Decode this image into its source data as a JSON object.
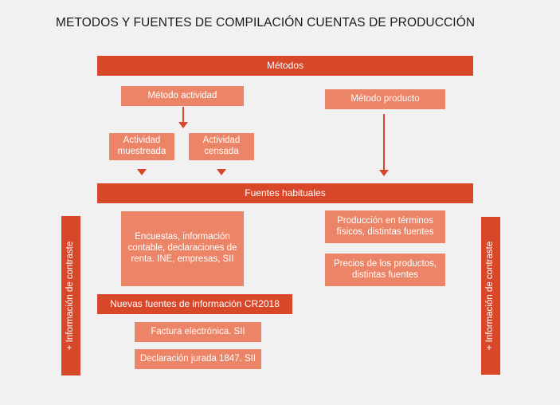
{
  "title": "METODOS Y FUENTES DE COMPILACIÓN CUENTAS DE PRODUCCIÓN",
  "metodos": "Métodos",
  "metodo_actividad": "Método actividad",
  "metodo_producto": "Método producto",
  "actividad_muestreada": "Actividad muestreada",
  "actividad_censada": "Actividad censada",
  "fuentes_habituales": "Fuentes habituales",
  "encuestas": "Encuestas, información contable, declaraciones de renta. INE, empresas, SII",
  "produccion_fisicos": "Producción en términos físicos, distintas fuentes",
  "precios_productos": "Precios de los productos, distintas fuentes",
  "nuevas_fuentes": "Nuevas fuentes de información CR2018",
  "factura": "Factura electrónica. SII",
  "declaracion": "Declaración jurada 1847. SII",
  "contraste_left": "+ Información de contraste",
  "contraste_right": "+ Información de contraste",
  "colors": {
    "dark": "#d9472b",
    "light": "#ec8467",
    "background": "#f1f1f1"
  }
}
